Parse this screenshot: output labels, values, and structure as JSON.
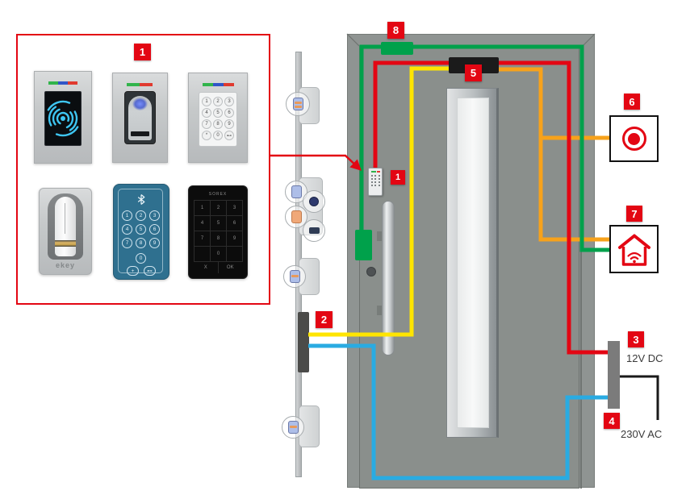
{
  "title": "door-access-control-wiring-diagram",
  "colors": {
    "red": "#E30613",
    "green": "#00A14B",
    "yellow": "#FFE500",
    "orange": "#F7A21B",
    "blue": "#29ABE2",
    "black": "#1A1A1A",
    "door_gray": "#8C918E",
    "psu_gray": "#7B7B7B"
  },
  "badges": {
    "devices_box": "1",
    "door_keypad": "1",
    "lock_cable": "2",
    "power_supply": "3",
    "mains": "4",
    "top_module": "5",
    "exit_button": "6",
    "smart_home": "7",
    "door_contact": "8"
  },
  "labels": {
    "psu": "12V DC",
    "mains": "230V AC"
  },
  "devices": {
    "finger_scanner": {
      "brand": "ekey"
    },
    "keypad_silver": {
      "keys": [
        "1",
        "2",
        "3",
        "4",
        "5",
        "6",
        "7",
        "8",
        "9",
        "*",
        "0",
        "⊷"
      ]
    },
    "keypad_bluetooth": {
      "keys": [
        "1",
        "2",
        "3",
        "4",
        "5",
        "6",
        "7",
        "8",
        "9",
        "0",
        "+",
        "⊷"
      ]
    },
    "keypad_black": {
      "brand": "SOREX",
      "keys": [
        "1",
        "2",
        "3",
        "4",
        "5",
        "6",
        "7",
        "8",
        "9",
        "0"
      ],
      "cancel": "X",
      "ok": "OK"
    }
  },
  "icons": {
    "exit_button": "record-button-icon",
    "smart_home": "house-wifi-icon",
    "bluetooth": "bluetooth-icon",
    "key": "key-icon"
  }
}
